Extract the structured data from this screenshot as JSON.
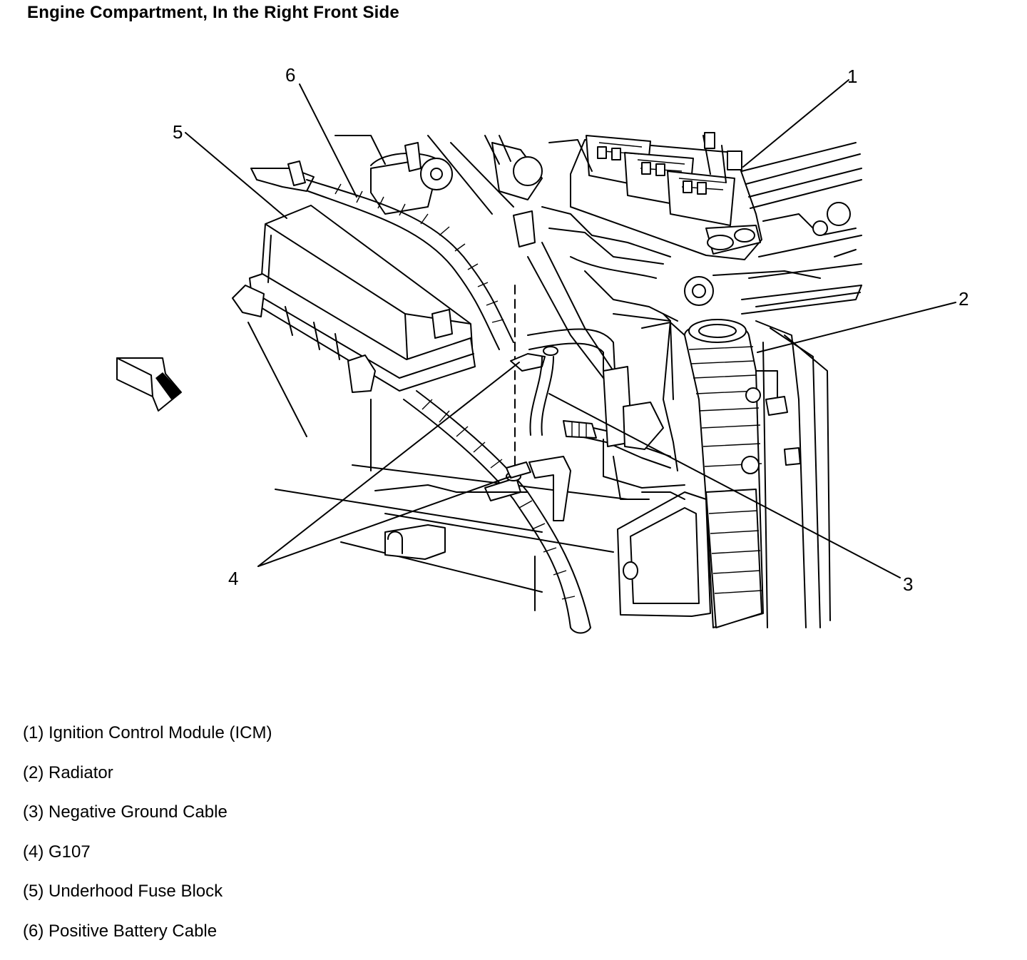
{
  "title": "Engine Compartment, In the Right Front Side",
  "callouts": [
    "1",
    "2",
    "3",
    "4",
    "5",
    "6"
  ],
  "legend": [
    "(1) Ignition Control Module (ICM)",
    "(2) Radiator",
    "(3) Negative Ground Cable",
    "(4) G107",
    "(5) Underhood Fuse Block",
    "(6) Positive Battery Cable"
  ],
  "icons": [
    "direction-arrow-icon"
  ]
}
